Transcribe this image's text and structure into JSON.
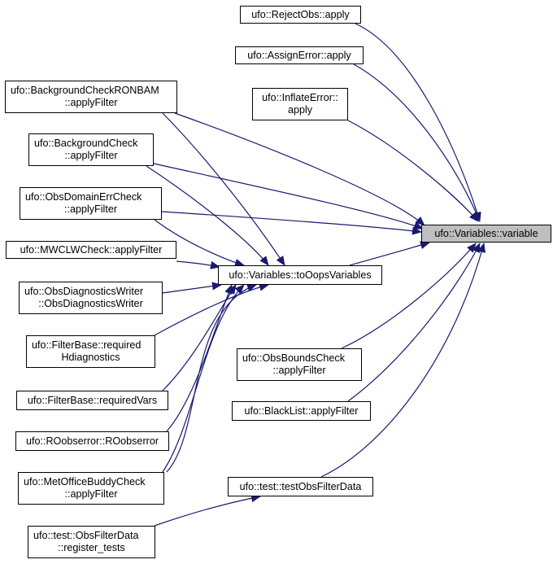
{
  "graph": {
    "target": {
      "id": "variable",
      "lines": [
        "ufo::Variables::variable"
      ]
    },
    "nodes": [
      {
        "id": "reject",
        "lines": [
          "ufo::RejectObs::apply"
        ]
      },
      {
        "id": "assign",
        "lines": [
          "ufo::AssignError::apply"
        ]
      },
      {
        "id": "inflate",
        "lines": [
          "ufo::InflateError::",
          "apply"
        ]
      },
      {
        "id": "bgronbam",
        "lines": [
          "ufo::BackgroundCheckRONBAM",
          "::applyFilter"
        ]
      },
      {
        "id": "bgcheck",
        "lines": [
          "ufo::BackgroundCheck",
          "::applyFilter"
        ]
      },
      {
        "id": "domainerr",
        "lines": [
          "ufo::ObsDomainErrCheck",
          "::applyFilter"
        ]
      },
      {
        "id": "mwclw",
        "lines": [
          "ufo::MWCLWCheck::applyFilter"
        ]
      },
      {
        "id": "toops",
        "lines": [
          "ufo::Variables::toOopsVariables"
        ]
      },
      {
        "id": "diagwriter",
        "lines": [
          "ufo::ObsDiagnosticsWriter",
          "::ObsDiagnosticsWriter"
        ]
      },
      {
        "id": "reqhdiag",
        "lines": [
          "ufo::FilterBase::required",
          "Hdiagnostics"
        ]
      },
      {
        "id": "obsbounds",
        "lines": [
          "ufo::ObsBoundsCheck",
          "::applyFilter"
        ]
      },
      {
        "id": "reqvars",
        "lines": [
          "ufo::FilterBase::requiredVars"
        ]
      },
      {
        "id": "blacklist",
        "lines": [
          "ufo::BlackList::applyFilter"
        ]
      },
      {
        "id": "roobs",
        "lines": [
          "ufo::ROobserror::ROobserror"
        ]
      },
      {
        "id": "buddy",
        "lines": [
          "ufo::MetOfficeBuddyCheck",
          "::applyFilter"
        ]
      },
      {
        "id": "testfilter",
        "lines": [
          "ufo::test::testObsFilterData"
        ]
      },
      {
        "id": "register",
        "lines": [
          "ufo::test::ObsFilterData",
          "::register_tests"
        ]
      }
    ],
    "edge_color": "#191970"
  }
}
